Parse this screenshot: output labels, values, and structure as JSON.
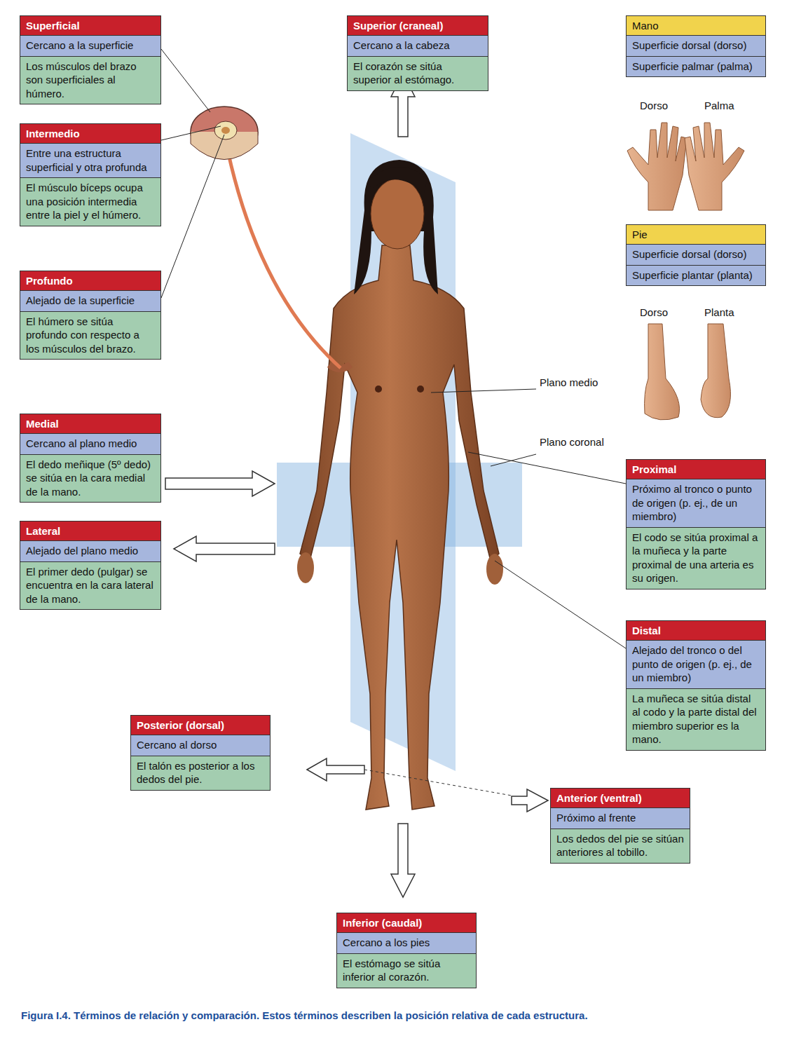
{
  "diagram": {
    "caption": "Figura I.4. Términos de relación y comparación. Estos términos describen la posición relativa de cada estructura.",
    "nodes": [
      {
        "text": [
          "Superficial",
          "Cercano a la superficie",
          "Los músculos del brazo son superficiales al húmero."
        ]
      },
      {
        "text": [
          "Intermedio",
          "Entre una estructura superficial y otra profunda",
          "El músculo bíceps ocupa una posición intermedia entre la piel y el húmero."
        ]
      },
      {
        "text": [
          "Profundo",
          "Alejado de la superficie",
          "El húmero se sitúa profundo con respecto a los músculos del brazo."
        ]
      },
      {
        "text": [
          "Superior (craneal)",
          "Cercano a la cabeza",
          "El corazón se sitúa superior al estómago."
        ]
      },
      {
        "text": [
          "Mano",
          "Superficie dorsal (dorso)",
          "Superficie palmar (palma)"
        ]
      },
      {
        "text": [
          "Pie",
          "Superficie dorsal (dorso)",
          "Superficie plantar (planta)"
        ]
      },
      {
        "text": [
          "Medial",
          "Cercano al plano medio",
          "El dedo meñique (5º dedo) se sitúa en la cara medial de la mano."
        ]
      },
      {
        "text": [
          "Lateral",
          "Alejado del plano medio",
          "El primer dedo (pulgar) se encuentra en la cara lateral de la mano."
        ]
      },
      {
        "text": [
          "Proximal",
          "Próximo al tronco o punto de origen (p. ej., de un miembro)",
          "El codo se sitúa proximal a la muñeca y la parte proximal de una arteria es su origen."
        ]
      },
      {
        "text": [
          "Distal",
          "Alejado del tronco o del punto de origen (p. ej., de un miembro)",
          "La muñeca se sitúa distal al codo y la parte distal del miembro superior es la mano."
        ]
      },
      {
        "text": [
          "Posterior (dorsal)",
          "Cercano al dorso",
          "El talón es posterior a los dedos del pie."
        ]
      },
      {
        "text": [
          "Anterior (ventral)",
          "Próximo al frente",
          "Los dedos del pie se sitúan anteriores al tobillo."
        ]
      },
      {
        "text": [
          "Inferior (caudal)",
          "Cercano a los pies",
          "El estómago se sitúa inferior al corazón."
        ]
      }
    ],
    "labels": [
      "Dorso",
      "Palma",
      "Dorso",
      "Planta",
      "Plano medio",
      "Plano coronal"
    ]
  }
}
